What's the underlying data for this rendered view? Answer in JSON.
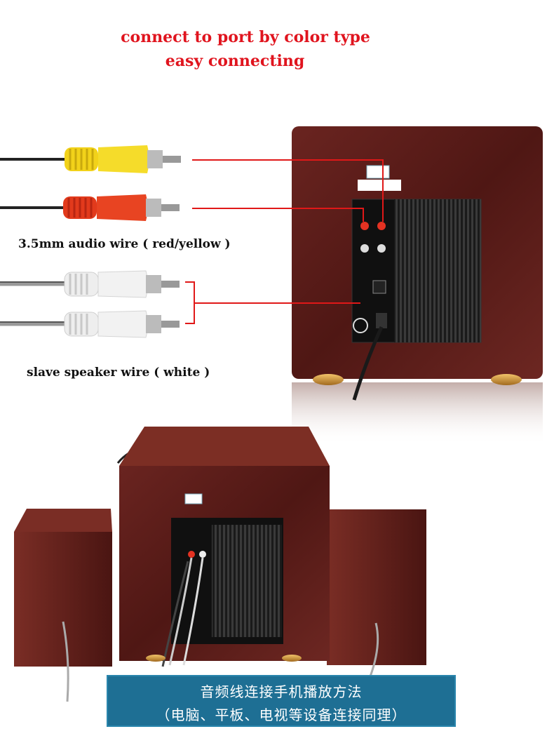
{
  "headline": {
    "line1": "connect to port by color type",
    "line2": "easy connecting",
    "color": "#e0141e"
  },
  "labels": {
    "audio_wire": "3.5mm audio wire ( red/yellow )",
    "slave_wire": "slave speaker wire ( white )"
  },
  "banner": {
    "line1": "音频线连接手机播放方法",
    "line2": "（电脑、平板、电视等设备连接同理）",
    "background": "#1e6f94"
  },
  "colors": {
    "wood": "#5a1d18",
    "plug_yellow": "#f2d21a",
    "plug_red": "#e23a1c",
    "plug_white": "#eeeeee",
    "guide_line": "#e01818"
  }
}
